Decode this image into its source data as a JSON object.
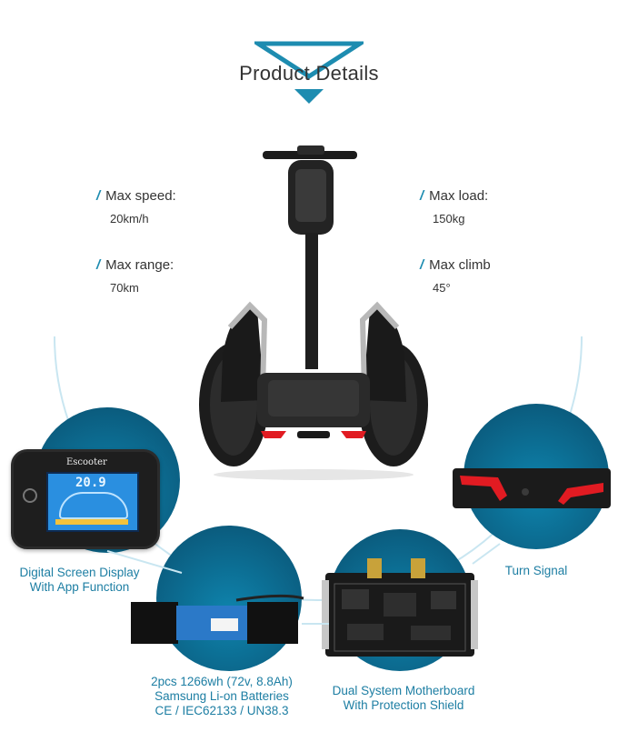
{
  "header": {
    "title": "Product Details"
  },
  "specs": [
    {
      "label": "Max speed:",
      "value": "20km/h"
    },
    {
      "label": "Max load:",
      "value": "150kg"
    },
    {
      "label": "Max range:",
      "value": "70km"
    },
    {
      "label": "Max climb",
      "value": "45°"
    }
  ],
  "display": {
    "brand": "Escooter",
    "reading": "20.9"
  },
  "features": [
    {
      "lines": [
        "Digital Screen Display",
        "With App Function"
      ]
    },
    {
      "lines": [
        "2pcs 1266wh (72v, 8.8Ah)",
        "Samsung Li-on Batteries",
        "CE / IEC62133 / UN38.3"
      ]
    },
    {
      "lines": [
        "Dual System Motherboard",
        "With Protection Shield"
      ]
    },
    {
      "lines": [
        "Turn Signal"
      ]
    }
  ],
  "colors": {
    "accent": "#1d8cb0",
    "caption": "#1d7ea3",
    "circle": "#0f6f96",
    "signal": "#e11b22"
  }
}
